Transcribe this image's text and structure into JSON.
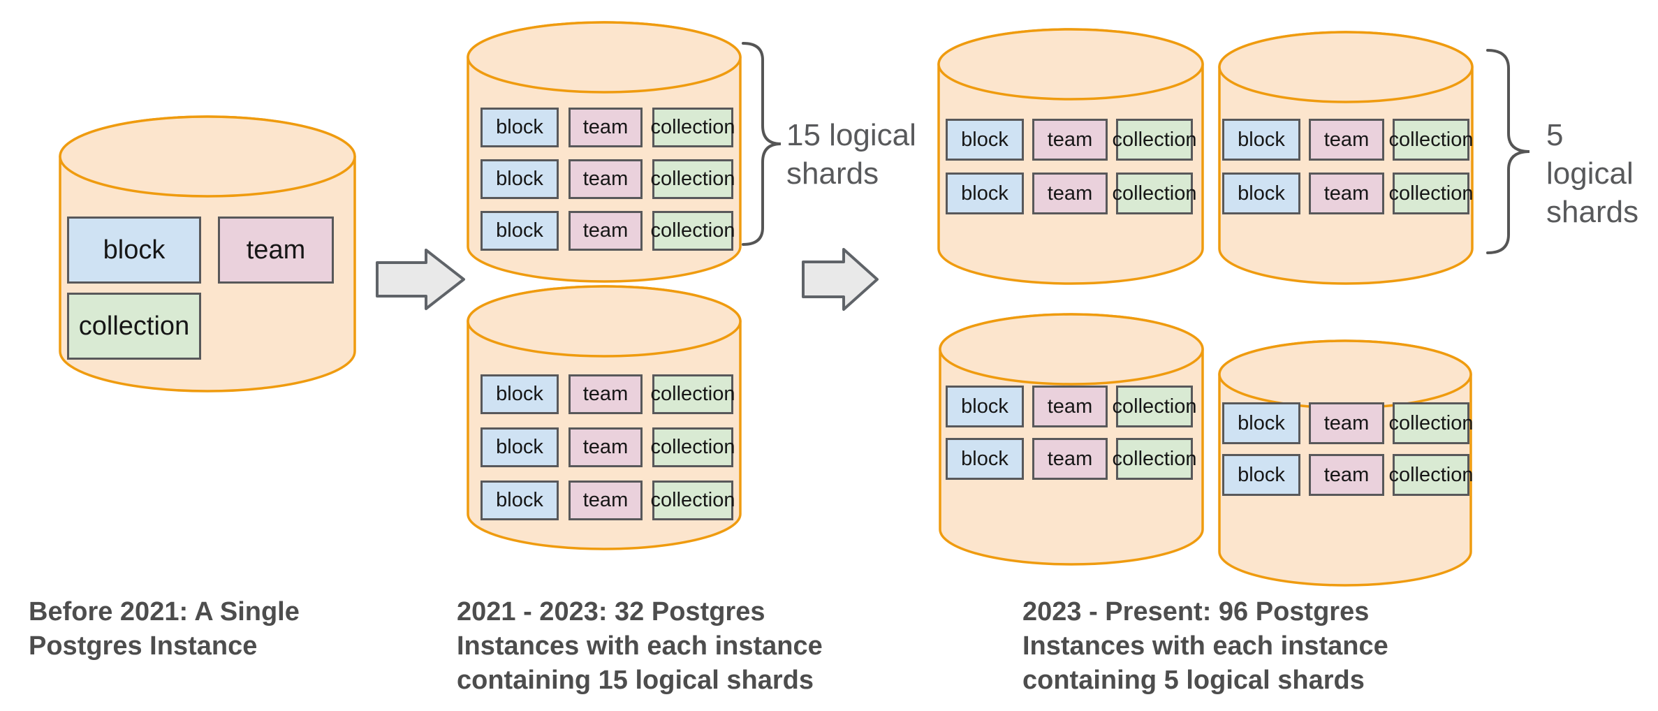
{
  "labels": {
    "block": "block",
    "team": "team",
    "collection": "collection"
  },
  "stages": [
    {
      "id": "before-2021",
      "caption": "Before 2021: A Single\nPostgres Instance",
      "instances_shown": 1
    },
    {
      "id": "2021-2023",
      "caption": "2021 - 2023: 32 Postgres\nInstances with each instance\ncontaining 15 logical shards",
      "annotation": "15 logical\nshards",
      "instances_shown": 2,
      "shard_rows_per_instance": 3
    },
    {
      "id": "2023-present",
      "caption": "2023 - Present: 96 Postgres\nInstances with each instance\ncontaining 5 logical shards",
      "annotation": "5 logical\nshards",
      "instances_shown": 4,
      "shard_rows_per_instance": 2
    }
  ],
  "palette": {
    "cylinder_fill": "#fce5cd",
    "cylinder_stroke": "#ef9b0f",
    "block_fill": "#cfe2f3",
    "team_fill": "#ead1dc",
    "collection_fill": "#d9ead3",
    "box_border": "#58585a",
    "box_text": "#161616",
    "caption_color": "#4d4d4d",
    "annotation_color": "#58595b",
    "arrow_fill": "#e9e9e9",
    "arrow_stroke": "#5f6368",
    "brace_color": "#555555"
  }
}
